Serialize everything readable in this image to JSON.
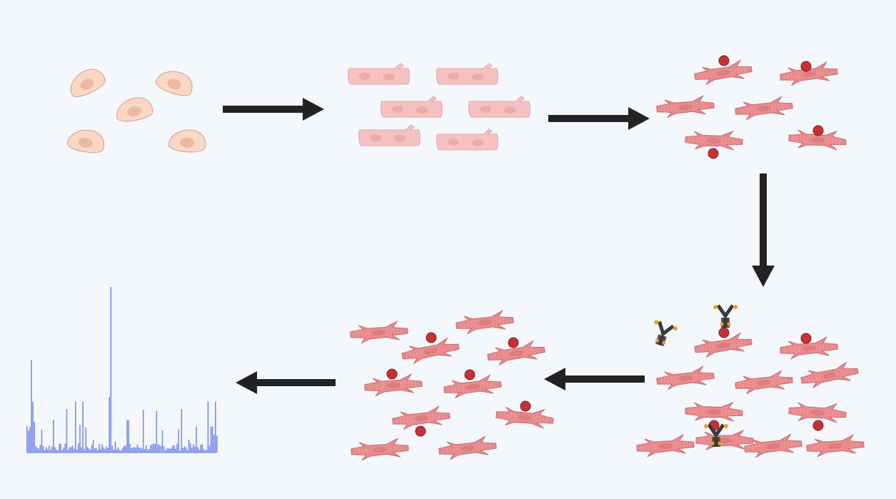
{
  "colors": {
    "background": "#f4f7fc",
    "arrow": "#222222",
    "stem_cell_fill": "#fcd8c4",
    "stem_cell_stroke": "#c9a08c",
    "stem_cell_nucleus": "#ecb9a3",
    "myotube_fill": "#f6c2c2",
    "myotube_stroke": "#e3a5a5",
    "muscle_cell_fill": "#e98a8c",
    "muscle_cell_stroke": "#c96a6d",
    "muscle_cell_stripe": "#f2b3b4",
    "particle_fill": "#c53232",
    "particle_stroke": "#8a1c1c",
    "antibody_body": "#3a3a3a",
    "antibody_tag": "#f0a01e",
    "spectrum_bar": "#6b80e4"
  },
  "icons": {
    "stem_cells": "undifferentiated-cell-icon",
    "myotubes": "differentiated-myotube-icon",
    "muscle_cells": "muscle-fiber-icon",
    "particles": "nanoparticle-icon",
    "antibodies": "antibody-icon",
    "spectrum": "mass-spectrum-icon"
  },
  "panels": [
    {
      "id": "stem-cells",
      "cell_count": 5
    },
    {
      "id": "differentiated-myotubes",
      "cell_count": 6
    },
    {
      "id": "particle-treated-cells",
      "cell_count": 6,
      "particle_count": 4
    },
    {
      "id": "antibody-labelled-cells",
      "cell_count": 11,
      "particle_count": 4,
      "antibody_count": 3
    },
    {
      "id": "collected-cells",
      "cell_count": 10,
      "particle_count": 6
    },
    {
      "id": "spectrum-readout",
      "bar_count": 130
    }
  ],
  "flow": [
    {
      "from": "stem-cells",
      "to": "differentiated-myotubes",
      "direction": "right"
    },
    {
      "from": "differentiated-myotubes",
      "to": "particle-treated-cells",
      "direction": "right"
    },
    {
      "from": "particle-treated-cells",
      "to": "antibody-labelled-cells",
      "direction": "down"
    },
    {
      "from": "antibody-labelled-cells",
      "to": "collected-cells",
      "direction": "left"
    },
    {
      "from": "collected-cells",
      "to": "spectrum-readout",
      "direction": "left"
    }
  ]
}
